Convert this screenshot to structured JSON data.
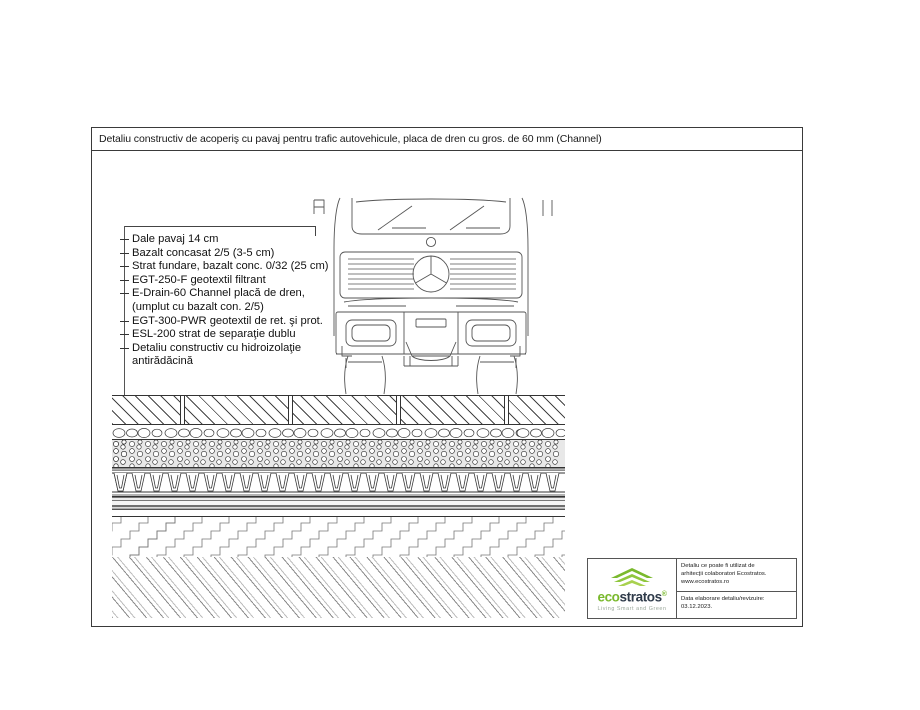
{
  "sheet": {
    "title": "Detaliu constructiv de acoperiş cu pavaj pentru trafic autovehicule, placa de dren cu gros. de 60 mm (Channel)"
  },
  "layers": [
    {
      "id": "paving",
      "label": "Dale pavaj 14 cm"
    },
    {
      "id": "basalt-bed",
      "label": "Bazalt concasat 2/5 (3-5 cm)"
    },
    {
      "id": "sub-base",
      "label": "Strat fundare, bazalt conc. 0/32 (25 cm)"
    },
    {
      "id": "filter-geo",
      "label": "EGT-250-F geotextil filtrant"
    },
    {
      "id": "drain-board",
      "label": "E-Drain-60 Channel placă de dren,"
    },
    {
      "id": "drain-fill",
      "label": "(umplut cu bazalt con. 2/5)",
      "continuation": true
    },
    {
      "id": "protect-geo",
      "label": "EGT-300-PWR geotextil de ret. şi prot."
    },
    {
      "id": "separation",
      "label": "ESL-200 strat de separaţie dublu"
    },
    {
      "id": "waterproofing",
      "label": "Detaliu constructiv cu hidroizolaţie"
    },
    {
      "id": "antiroot",
      "label": "antirădăcină",
      "continuation": true
    }
  ],
  "vehicle": {
    "name": "truck-front-view",
    "emblem": "mercedes-star-emblem"
  },
  "logo": {
    "word_eco": "eco",
    "word_stratos": "stratos",
    "registered": "®",
    "tagline": "Living Smart and Green",
    "mark": "green-roof-chevron-icon",
    "color_green": "#7ab92d",
    "color_dark": "#2f3b4a"
  },
  "notes": {
    "usage": [
      "Detaliu ce poate fi utilizat de",
      "arhitecţii colaboratori Ecostratos.",
      "www.ecostratos.ro"
    ],
    "revision": [
      "Data elaborare detaliu/revizuire:",
      "03.12.2023."
    ]
  }
}
